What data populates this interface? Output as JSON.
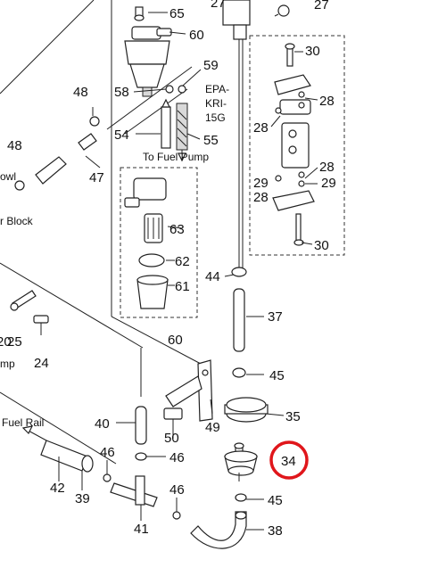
{
  "colors": {
    "highlight": "#e0161b",
    "line": "#222222",
    "background": "#ffffff"
  },
  "labels": {
    "to_fuel_pump": "To Fuel Pump",
    "epa_line1": "EPA-",
    "epa_line2": "KRI-",
    "epa_line3": "15G",
    "fuel_rail": "Fuel Rail",
    "bowl_fragment": "owl",
    "block_fragment": "r Block",
    "pump_fragment": "mp"
  },
  "callouts": {
    "p27a": "27",
    "p27b": "27",
    "p65": "65",
    "p60a": "60",
    "p59": "59",
    "p58": "58",
    "p48a": "48",
    "p48b": "48",
    "p47": "47",
    "p54": "54",
    "p55": "55",
    "p30a": "30",
    "p28a": "28",
    "p28b": "28",
    "p28c": "28",
    "p28d": "28",
    "p29a": "29",
    "p29b": "29",
    "p30b": "30",
    "p63": "63",
    "p62": "62",
    "p61": "61",
    "p60b": "60",
    "p44": "44",
    "p37": "37",
    "p25": "25",
    "p20": "20",
    "p24": "24",
    "p45a": "45",
    "p49": "49",
    "p35": "35",
    "p40": "40",
    "p50": "50",
    "p34": "34",
    "p46a": "46",
    "p46b": "46",
    "p46c": "46",
    "p42": "42",
    "p39": "39",
    "p45b": "45",
    "p41": "41",
    "p38": "38"
  }
}
